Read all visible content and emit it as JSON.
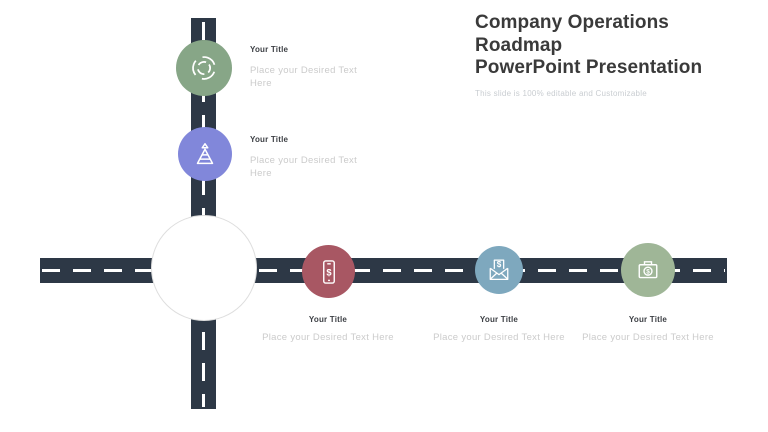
{
  "slide": {
    "title_line1": "Company Operations Roadmap",
    "title_line2": "PowerPoint Presentation",
    "subtitle": "This slide is 100% editable and Customizable"
  },
  "milestones": [
    {
      "title": "Your Title",
      "body": "Place your Desired Text Here",
      "color": "#87a687",
      "icon": "cycle-diagram-icon"
    },
    {
      "title": "Your Title",
      "body": "Place your Desired Text Here",
      "color": "#8187da",
      "icon": "pyramid-icon"
    },
    {
      "title": "Your Title",
      "body": "Place your Desired Text Here",
      "color": "#a85763",
      "icon": "phone-dollar-icon"
    },
    {
      "title": "Your Title",
      "body": "Place your Desired Text Here",
      "color": "#7ea8be",
      "icon": "envelope-dollar-icon"
    },
    {
      "title": "Your Title",
      "body": "Place your Desired Text Here",
      "color": "#9fb697",
      "icon": "camera-dollar-icon"
    }
  ],
  "icon_glyphs": {
    "dollar": "$"
  },
  "colors": {
    "road": "#2d3846",
    "road_dash": "#ffffff",
    "roundabout_fill": "#ffffff",
    "roundabout_border": "#dedede",
    "title_text": "#3a3a3a",
    "subtitle_text": "#c9cdd1",
    "label_text": "#3d4045",
    "placeholder_text": "#cbcbcb"
  }
}
